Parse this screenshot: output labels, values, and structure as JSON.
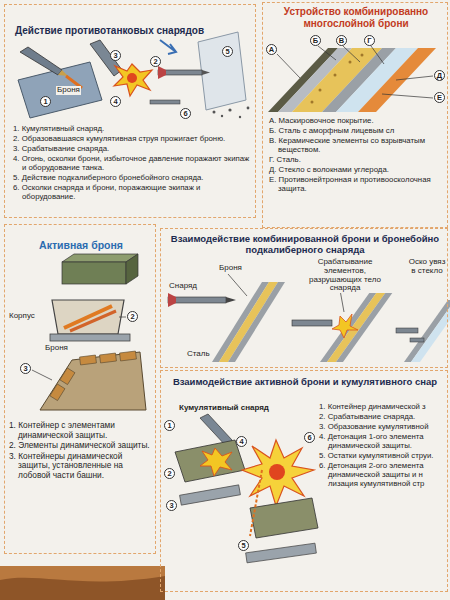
{
  "diagram": {
    "nodes": [
      {
        "text": [
          "Действие противотанковых снарядов",
          "1. Кумулятивный снаряд.",
          "2. Образовавшаяся кумулятивная струя прожигает броню.",
          "3. Срабатывание снаряда.",
          "4. Огонь, осколки брони, избыточное давление поражают экипаж и оборудование танка.",
          "5. Действие подкалиберного бронебойного снаряда.",
          "6. Осколки снаряда и брони, поражающие экипаж и оборудование."
        ]
      },
      {
        "text": [
          "Устройство комбинированно многослойной брони",
          "А. Маскировочное покрытие.",
          "Б. Сталь с аморфным лицевым сл",
          "В. Керамические элементы со взрывчатым веществом.",
          "Г. Сталь.",
          "Д. Стекло с волокнами углерода.",
          "Е. Противонейтронная и противоосколочная защита."
        ]
      },
      {
        "text": [
          "Активная броня",
          "1. Контейнер с элементами динамической защиты.",
          "2. Элементы динамической защиты.",
          "3. Контейнеры динамической защиты, установленные на лобовой части башни."
        ]
      },
      {
        "text": [
          "Взаимодействие комбинированной брони и бронебойно подкалиберного снаряда"
        ]
      },
      {
        "text": [
          "Взаимодействие активной брони и кумулятивного снар",
          "1. Контейнер динамической з",
          "2. Срабатывание снаряда.",
          "3. Образование кумулятивной",
          "4. Детонация 1-ого элемента динамической защиты.",
          "5. Остатки кумулятивной струи.",
          "6. Детонация 2-ого элемента динамической защиты и н лизация кумулятивной стр"
        ]
      }
    ],
    "labels": [
      "1",
      "Броня",
      "3",
      "2",
      "4",
      "5",
      "6",
      "А",
      "Б",
      "В",
      "Г",
      "Д",
      "Е",
      "Корпус",
      "2",
      "Броня",
      "3",
      "Снаряд",
      "Броня",
      "Срабатывание элементов, разрушающих тело снаряда",
      "Оско увяз в стекло",
      "Сталь",
      "Кумулятивный снаряд",
      "1",
      "2",
      "3",
      "4",
      "5",
      "6"
    ]
  }
}
